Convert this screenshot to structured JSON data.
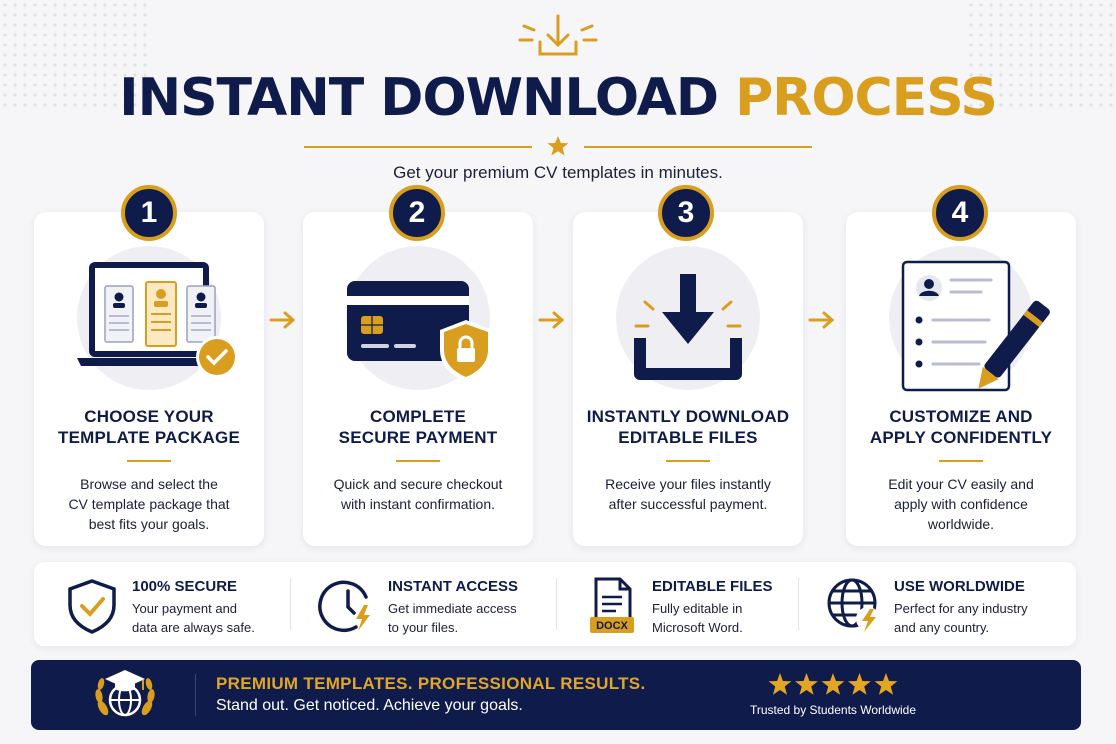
{
  "header": {
    "title_part1": "INSTANT DOWNLOAD",
    "title_part2": "PROCESS",
    "subtitle": "Get your premium CV templates in minutes."
  },
  "steps": [
    {
      "number": "1",
      "title_line1": "CHOOSE YOUR",
      "title_line2": "TEMPLATE PACKAGE",
      "desc_line1": "Browse and select the",
      "desc_line2": "CV template package that",
      "desc_line3": "best fits your goals.",
      "icon": "laptop-templates-icon"
    },
    {
      "number": "2",
      "title_line1": "COMPLETE",
      "title_line2": "SECURE PAYMENT",
      "desc_line1": "Quick and secure checkout",
      "desc_line2": "with instant confirmation.",
      "desc_line3": "",
      "icon": "credit-card-lock-icon"
    },
    {
      "number": "3",
      "title_line1": "INSTANTLY DOWNLOAD",
      "title_line2": "EDITABLE FILES",
      "desc_line1": "Receive your files instantly",
      "desc_line2": "after successful payment.",
      "desc_line3": "",
      "icon": "download-tray-icon"
    },
    {
      "number": "4",
      "title_line1": "CUSTOMIZE AND",
      "title_line2": "APPLY CONFIDENTLY",
      "desc_line1": "Edit your CV easily and",
      "desc_line2": "apply with confidence",
      "desc_line3": "worldwide.",
      "icon": "document-pen-icon"
    }
  ],
  "features": [
    {
      "title": "100% SECURE",
      "desc_line1": "Your payment and",
      "desc_line2": "data are always safe.",
      "icon": "shield-check-icon"
    },
    {
      "title": "INSTANT ACCESS",
      "desc_line1": "Get immediate access",
      "desc_line2": "to your files.",
      "icon": "clock-bolt-icon"
    },
    {
      "title": "EDITABLE FILES",
      "desc_line1": "Fully editable in",
      "desc_line2": "Microsoft Word.",
      "icon": "docx-file-icon",
      "file_tag": "DOCX"
    },
    {
      "title": "USE WORLDWIDE",
      "desc_line1": "Perfect for any industry",
      "desc_line2": "and any country.",
      "icon": "globe-bolt-icon"
    }
  ],
  "banner": {
    "headline": "PREMIUM TEMPLATES. PROFESSIONAL RESULTS.",
    "tagline": "Stand out. Get noticed. Achieve your goals.",
    "rating_stars": 5,
    "trust_text": "Trusted by Students Worldwide"
  },
  "colors": {
    "navy": "#0f1b4a",
    "gold": "#d99e1e",
    "background": "#f6f6f8"
  }
}
